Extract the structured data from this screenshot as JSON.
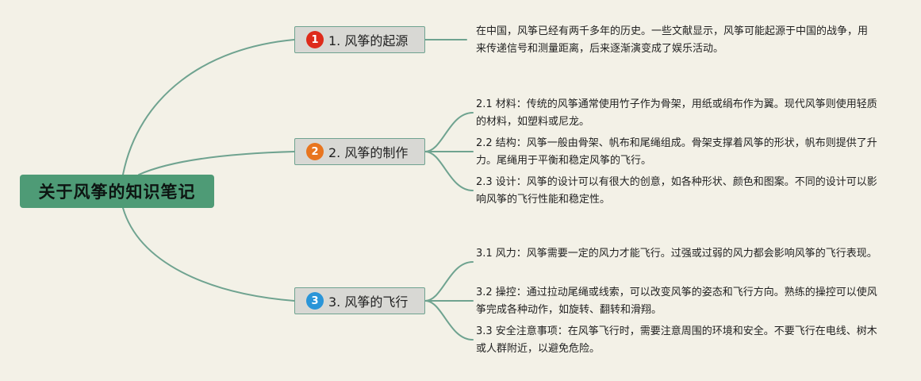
{
  "colors": {
    "background": "#f3f1e7",
    "root_fill": "#4e9b76",
    "connector": "#6fa390",
    "branch_fill": "#d8d8d4",
    "badge_1": "#de2b1b",
    "badge_2": "#e8751f",
    "badge_3": "#2a95d8"
  },
  "root": {
    "title": "关于风筝的知识笔记"
  },
  "branches": [
    {
      "badge": "1",
      "label": "1. 风筝的起源",
      "notes": [
        "在中国，风筝已经有两千多年的历史。一些文献显示，风筝可能起源于中国的战争，用来传递信号和测量距离，后来逐渐演变成了娱乐活动。"
      ]
    },
    {
      "badge": "2",
      "label": "2. 风筝的制作",
      "notes": [
        "2.1 材料：传统的风筝通常使用竹子作为骨架，用纸或绢布作为翼。现代风筝则使用轻质的材料，如塑料或尼龙。",
        "2.2 结构：风筝一般由骨架、帆布和尾绳组成。骨架支撑着风筝的形状，帆布则提供了升力。尾绳用于平衡和稳定风筝的飞行。",
        "2.3 设计：风筝的设计可以有很大的创意，如各种形状、颜色和图案。不同的设计可以影响风筝的飞行性能和稳定性。"
      ]
    },
    {
      "badge": "3",
      "label": "3. 风筝的飞行",
      "notes": [
        "3.1 风力：风筝需要一定的风力才能飞行。过强或过弱的风力都会影响风筝的飞行表现。",
        "3.2 操控：通过拉动尾绳或线索，可以改变风筝的姿态和飞行方向。熟练的操控可以使风筝完成各种动作，如旋转、翻转和滑翔。",
        "3.3 安全注意事项：在风筝飞行时，需要注意周围的环境和安全。不要飞行在电线、树木或人群附近，以避免危险。"
      ]
    }
  ]
}
